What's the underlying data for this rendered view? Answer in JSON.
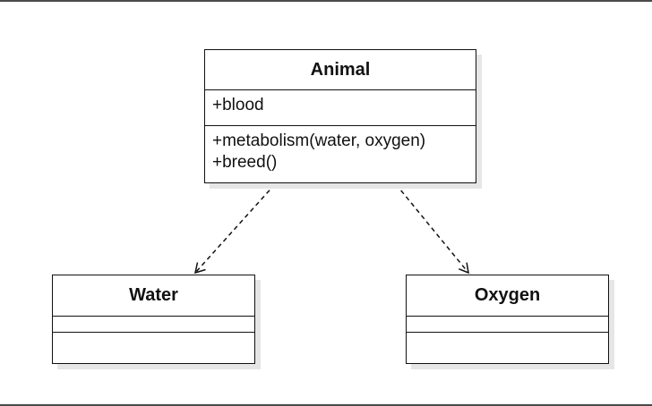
{
  "classes": {
    "animal": {
      "name": "Animal",
      "attributes": [
        "+blood"
      ],
      "operations": [
        "+metabolism(water, oxygen)",
        "+breed()"
      ]
    },
    "water": {
      "name": "Water"
    },
    "oxygen": {
      "name": "Oxygen"
    }
  },
  "relations": [
    {
      "from": "Animal",
      "to": "Water",
      "type": "dependency"
    },
    {
      "from": "Animal",
      "to": "Oxygen",
      "type": "dependency"
    }
  ]
}
